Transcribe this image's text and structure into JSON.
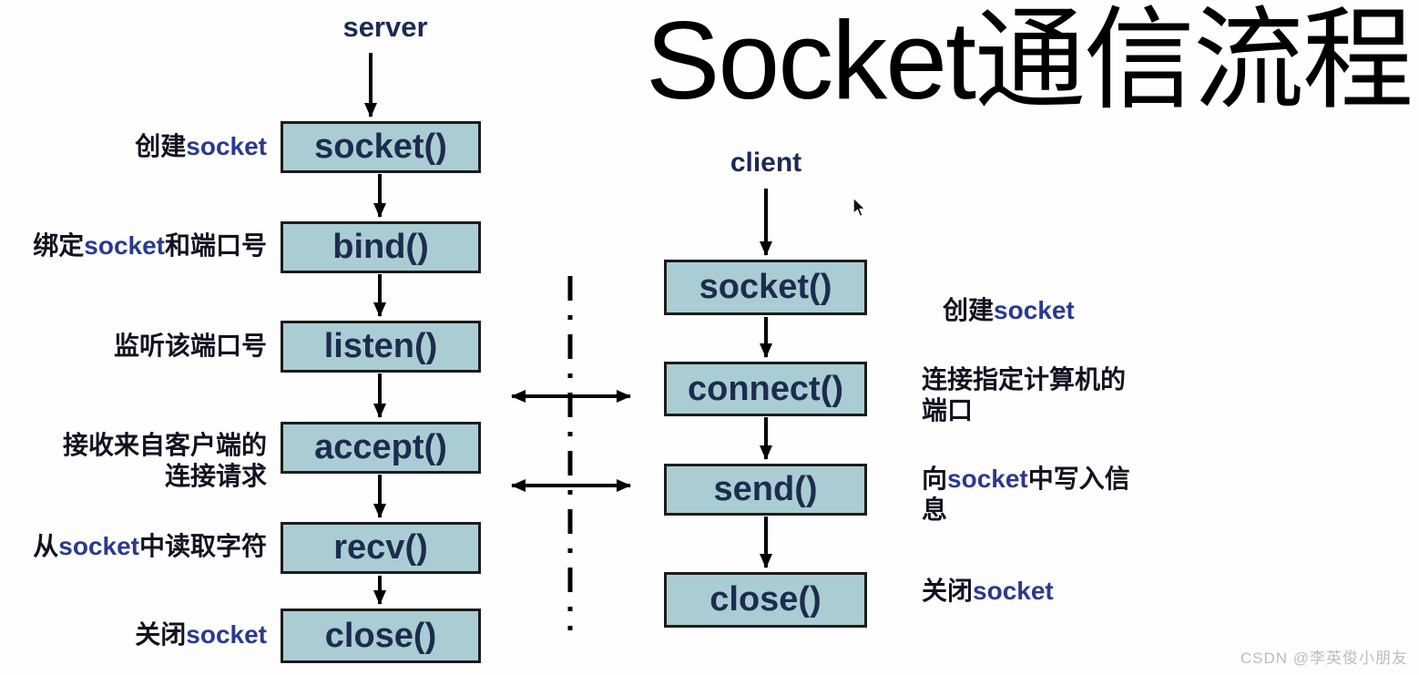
{
  "title": "Socket通信流程",
  "watermark": "CSDN @李英俊小朋友",
  "server": {
    "header": "server",
    "steps": [
      {
        "box": "socket()",
        "label": "创建socket"
      },
      {
        "box": "bind()",
        "label": "绑定socket和端口号"
      },
      {
        "box": "listen()",
        "label": "监听该端口号"
      },
      {
        "box": "accept()",
        "label": "接收来自客户端的\n连接请求"
      },
      {
        "box": "recv()",
        "label": "从socket中读取字符"
      },
      {
        "box": "close()",
        "label": "关闭socket"
      }
    ]
  },
  "client": {
    "header": "client",
    "steps": [
      {
        "box": "socket()",
        "label": "创建socket"
      },
      {
        "box": "connect()",
        "label": "连接指定计算机的\n端口"
      },
      {
        "box": "send()",
        "label": "向socket中写入信\n息"
      },
      {
        "box": "close()",
        "label": "关闭socket"
      }
    ]
  },
  "colors": {
    "box_fill": "#aacdd3",
    "box_border": "#1c1c1c",
    "box_text": "#1d2c4e",
    "header_text": "#1b2a55",
    "label_text": "#121220",
    "label_latin_text": "#2a3a8c",
    "title_text": "#000000",
    "arrow": "#000000",
    "watermark_text": "#bcbcbc"
  }
}
